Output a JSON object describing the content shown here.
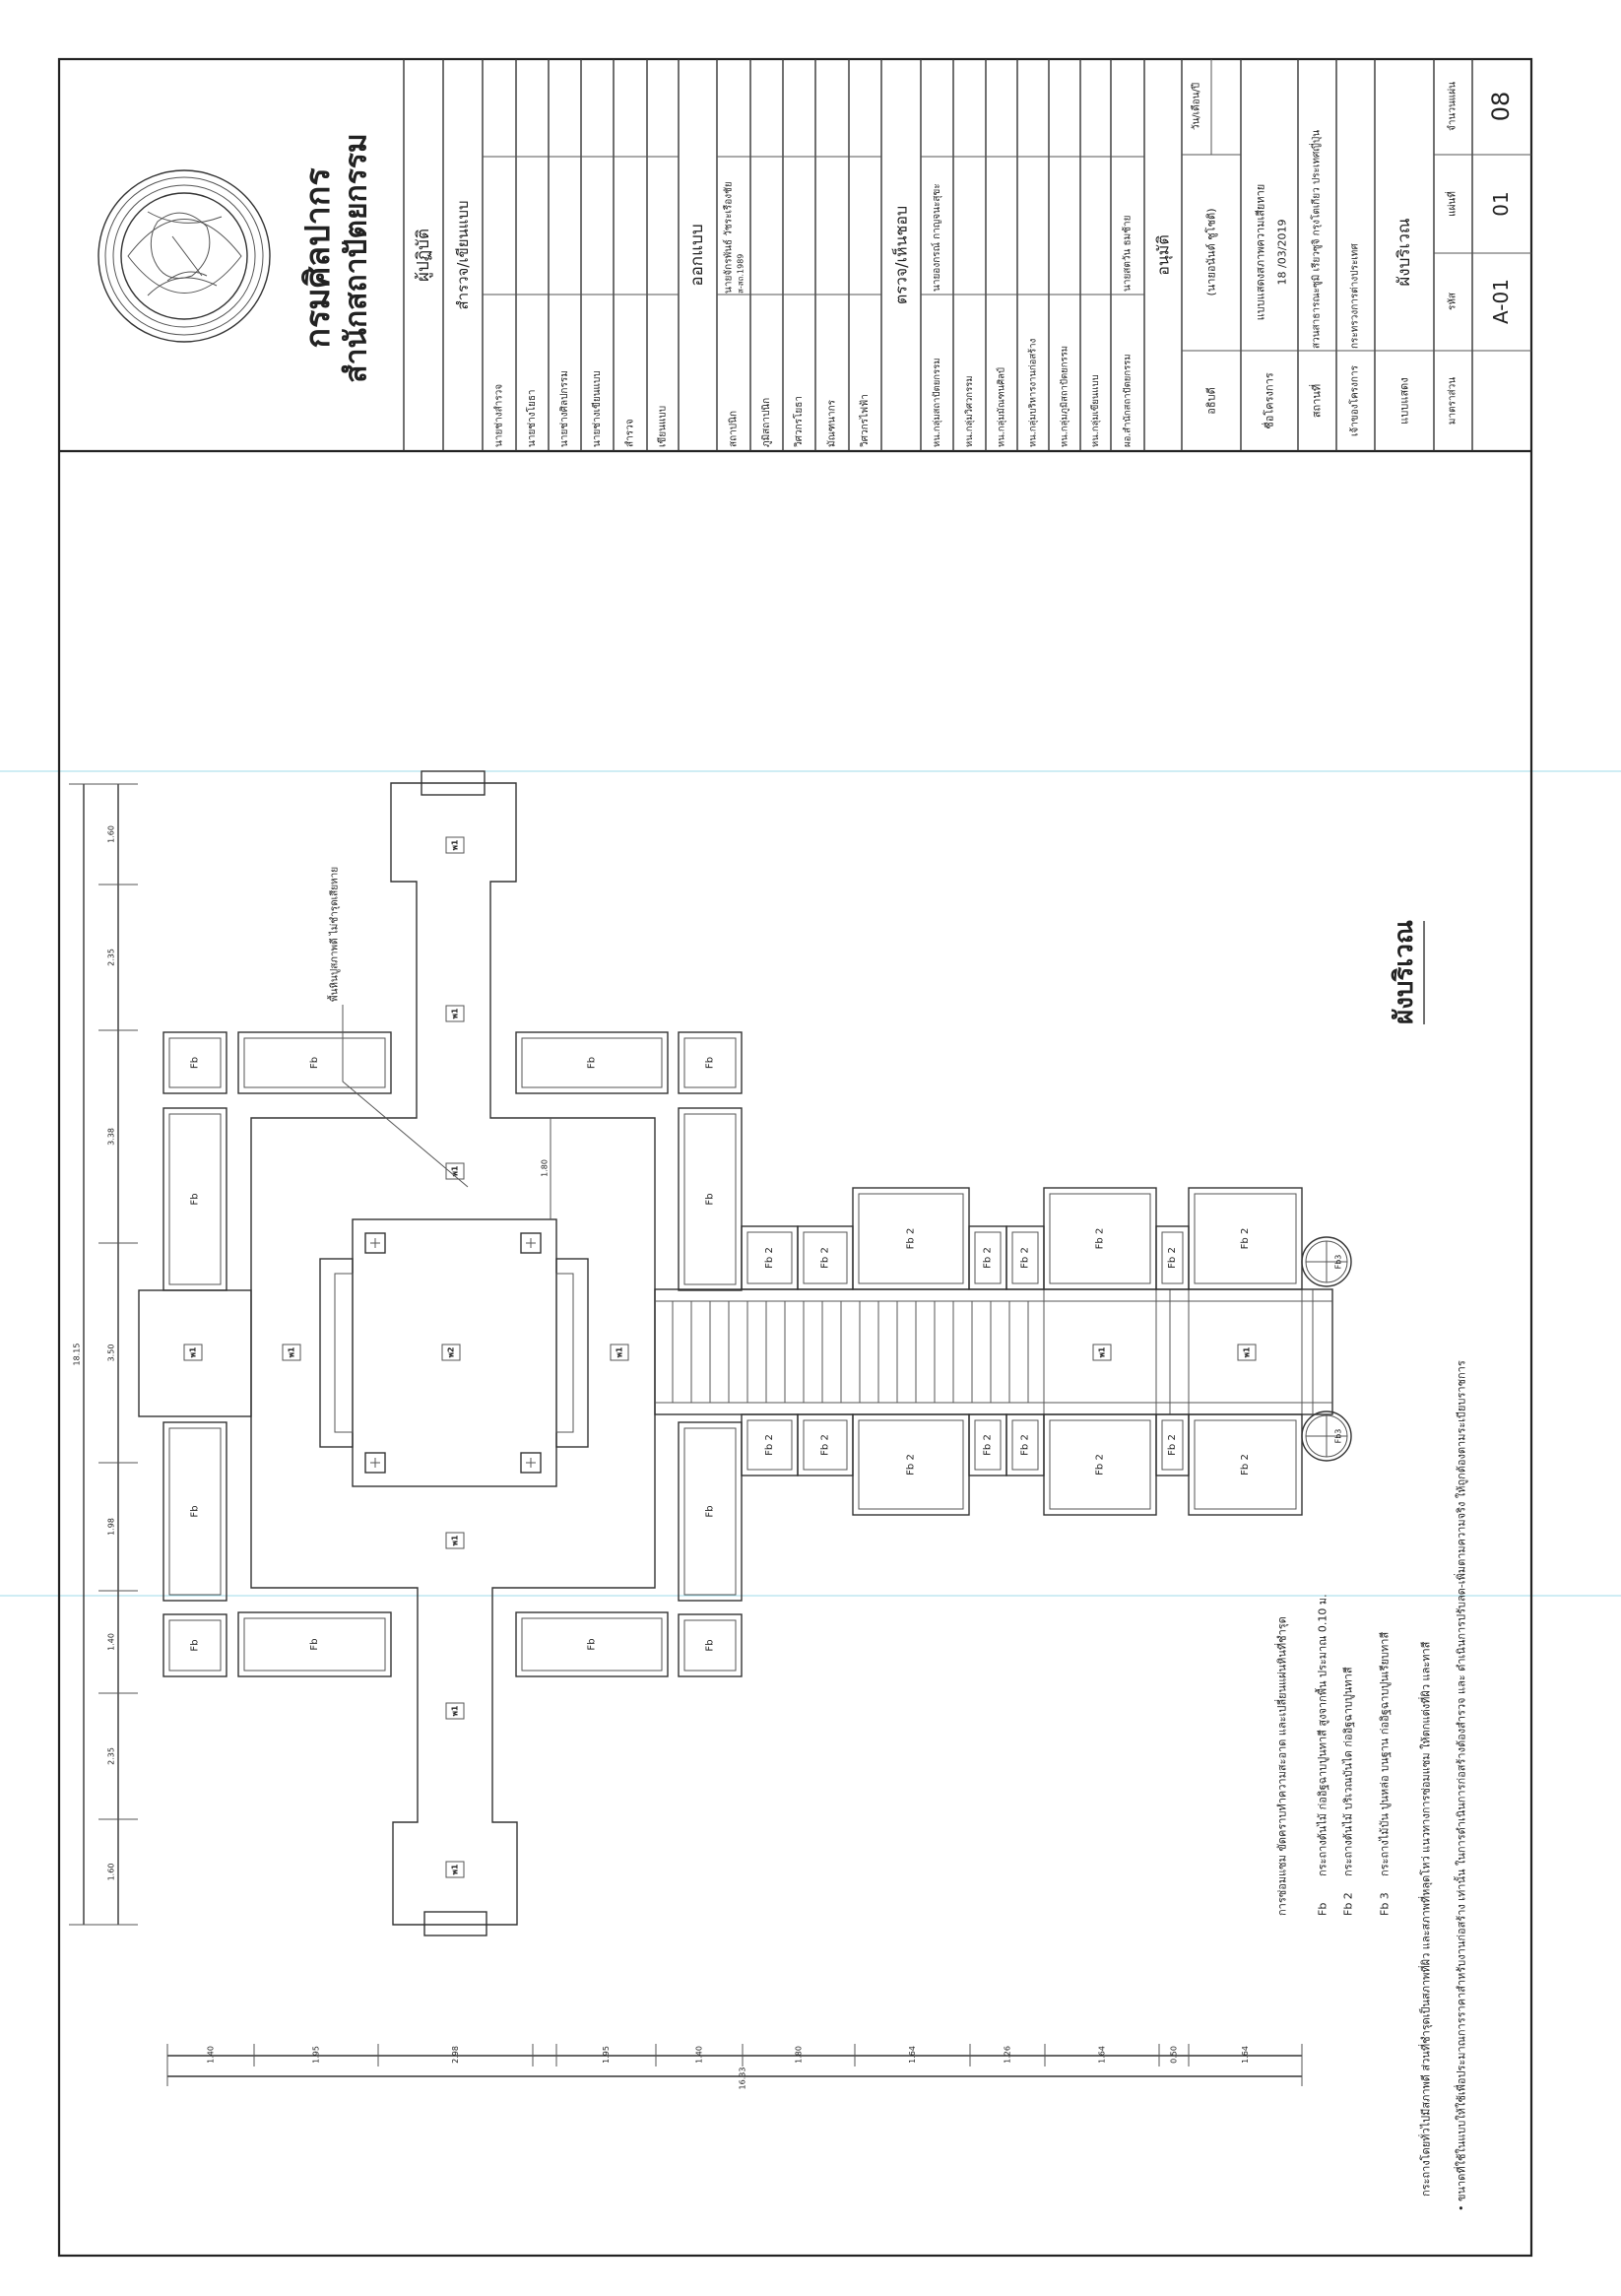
{
  "title_block": {
    "org": "กรมศิลปากร",
    "office": "สำนักสถาปัตยกรรม",
    "operators_header": "ผู้ปฏิบัติ",
    "survey_header": "สำรวจ/เขียนแบบ",
    "survey_rows": [
      "นายช่างสำรวจ",
      "นายช่างโยธา",
      "นายช่างศิลปกรรม",
      "นายช่างเขียนแบบ",
      "สำรวจ",
      "เขียนแบบ"
    ],
    "design_header": "ออกแบบ",
    "design_rows": [
      {
        "role": "สถาปนิก",
        "name": "นายจักรพันธ์ วัชระเรืองชัย",
        "license": "ส-สถ.1989"
      },
      {
        "role": "ภูมิสถาปนิก",
        "name": ""
      },
      {
        "role": "วิศวกรโยธา",
        "name": ""
      },
      {
        "role": "มัณฑนากร",
        "name": ""
      },
      {
        "role": "วิศวกรไฟฟ้า",
        "name": ""
      }
    ],
    "review_header": "ตรวจ/เห็นชอบ",
    "review_rows": [
      {
        "role": "หน.กลุ่มสถาปัตยกรรม",
        "name": "นายองกรณ์ กาญจนะสุขะ"
      },
      {
        "role": "หน.กลุ่มวิศวกรรม",
        "name": ""
      },
      {
        "role": "หน.กลุ่มมัณฑนศิลป์",
        "name": ""
      },
      {
        "role": "หน.กลุ่มบริหารงานก่อสร้าง",
        "name": ""
      },
      {
        "role": "หน.กลุ่มภูมิสถาปัตยกรรม",
        "name": ""
      },
      {
        "role": "หน.กลุ่มเขียนแบบ",
        "name": ""
      },
      {
        "role": "ผอ.สำนักสถาปัตยกรรม",
        "name": "นายสตวัน ธมช้าย"
      }
    ],
    "approve_header": "อนุมัติ",
    "director": {
      "role": "อธิบดี",
      "name": "(นายอนันต์ ชูโชติ)",
      "date_label": "วัน/เดือน/ปี"
    },
    "project": {
      "label": "ชื่อโครงการ",
      "value": "แบบแสดงสภาพความเสียหาย",
      "date": "18 /03/2019"
    },
    "location": {
      "label": "สถานที่",
      "value": "สวนสาธารณะซูมิ เรียวซูจิ กรุงโตเกียว ประเทศญี่ปุ่น"
    },
    "owner": {
      "label": "เจ้าของโครงการ",
      "value": "กระทรวงการต่างประเทศ"
    },
    "drawing": {
      "label": "แบบแสดง",
      "value": "ผังบริเวณ"
    },
    "sheet": {
      "scale_label": "มาตราส่วน",
      "code_label": "รหัส",
      "sheet_label": "แผ่นที่",
      "total_label": "จำนวนแผ่น",
      "code": "A-01",
      "sheet_no": "01",
      "total": "08"
    }
  },
  "plan": {
    "title": "ผังบริเวณ",
    "annotation": "พื้นหินปูสภาพดี ไม่ชำรุดเสียหาย",
    "labels": {
      "fb": "Fb",
      "fb2": "Fb 2",
      "fb3": "Fb3",
      "w1": "พ1",
      "w2": "พ2"
    },
    "inner_dimension": "1.80",
    "dims_left": {
      "total": "18.15",
      "segments": [
        "1.60",
        "2.35",
        "3.38",
        "3.50",
        "1.98",
        "1.40",
        "2.35",
        "1.60"
      ]
    },
    "dims_bottom": {
      "total": "16.33",
      "segments": [
        "1.40",
        "1.95",
        "2.98",
        "",
        "1.95",
        "1.40",
        "1.80",
        "1.64",
        "1.26",
        "1.64",
        "0.50",
        "1.64"
      ]
    }
  },
  "notes": {
    "repair": "การซ่อมแซม ขัดคราบทำความสะอาด และเปลี่ยนแผ่นหินที่ชำรุด",
    "legend": [
      {
        "code": "Fb",
        "text": "กระถางต้นไม้ ก่ออิฐฉาบปูนทาสี สูงจากพื้น ประมาณ 0.10 ม."
      },
      {
        "code": "Fb 2",
        "text": "กระถางต้นไม้ บริเวณบันได ก่ออิฐฉาบปูนทาสี"
      },
      {
        "code": "Fb 3",
        "text": "กระถางไม้บัน ปูนหล่อ บนฐาน ก่ออิฐฉาบปูนเรียบทาสี"
      }
    ],
    "condition": "กระถางโดยทั่วไปมีสภาพดี ส่วนที่ชำรุดเป็นสภาพที่ผิว และสภาพที่หลุดโหว่ แนวทางการซ่อมแซม ให้ตกแต่งที่ผิว และทาสี",
    "disclaimer": "• ขนาดที่ใช้ในแบบให้ใช้เพื่อประมาณการราคาสำหรับงานก่อสร้าง เท่านั้น ในการดำเนินการก่อสร้างต้องสำรวจ และ ดำเนินการปรับลด-เพิ่มตามความจริง ให้ถูกต้องตามระเบียบราชการ"
  }
}
